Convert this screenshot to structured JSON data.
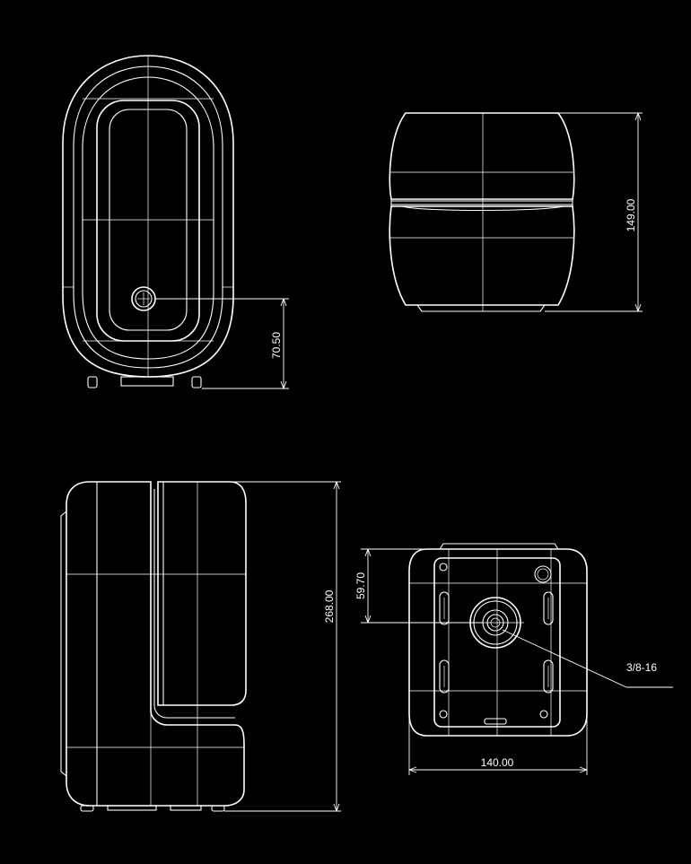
{
  "drawing": {
    "background_color": "#000000",
    "line_color": "#ffffff",
    "dimensions": {
      "top_view_offset": "70.50",
      "front_height": "149.00",
      "side_height": "268.00",
      "bottom_offset": "59.70",
      "bottom_width": "140.00",
      "mount_thread": "3/8-16"
    }
  }
}
